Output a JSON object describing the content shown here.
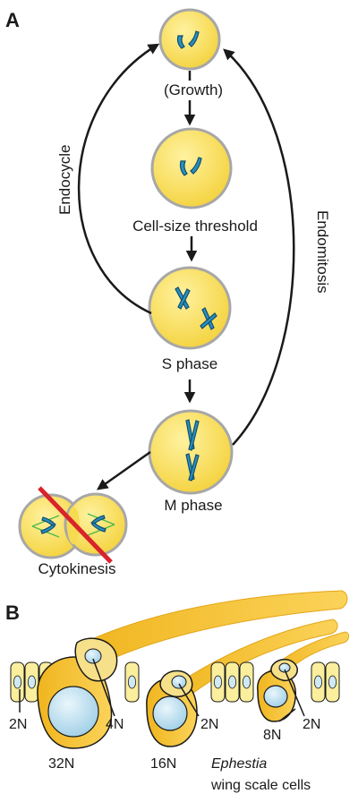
{
  "panel_a": {
    "letter": "A",
    "stages": {
      "growth": "(Growth)",
      "threshold": "Cell-size threshold",
      "s_phase": "S phase",
      "m_phase": "M phase",
      "cytokinesis": "Cytokinesis"
    },
    "cycles": {
      "endocycle": "Endocycle",
      "endomitosis": "Endomitosis"
    }
  },
  "panel_b": {
    "letter": "B",
    "ploidy_labels": {
      "p32n": "32N",
      "p16n": "16N",
      "p8n": "8N",
      "p4n": "4N",
      "p2n_a": "2N",
      "p2n_b": "2N",
      "p2n_c": "2N"
    },
    "caption_italic": "Ephestia",
    "caption_rest": "wing scale cells"
  },
  "colors": {
    "cell_yellow": "#f7df5a",
    "cell_border": "#a7a7a7",
    "chromosome_blue": "#2b8fbf",
    "nucleus_blue": "#bfe0f0",
    "strike_red": "#d8242a",
    "spindle_green": "#4ab84a"
  }
}
